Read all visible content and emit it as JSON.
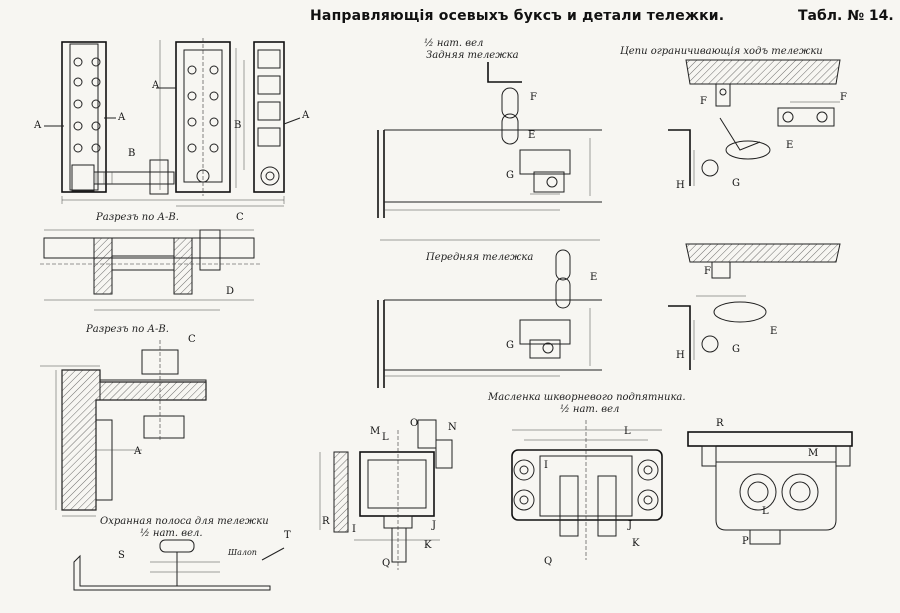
{
  "header": {
    "title": "Направляющія осевыхъ буксъ и детали тележки.",
    "table_no": "Табл. № 14."
  },
  "captions": {
    "scale_half_top": "½ нат. вел",
    "rear_bogie": "Задняя тележка",
    "chains": "Цепи ограничивающія ходъ тележки",
    "section_ab_top": "Разрезъ по А-В.",
    "section_ab_bottom": "Разрезъ по А-В.",
    "front_bogie": "Передняя тележка",
    "oiler": "Масленка шкворневого подпятника.",
    "oiler_scale": "½ нат. вел",
    "guard_strip": "Охранная полоса для тележки",
    "guard_scale": "½ нат. вел.",
    "guard_note": "Шалоп"
  },
  "letters": {
    "a1": "A",
    "a2": "A",
    "a3": "A",
    "a4": "A",
    "b1": "B",
    "b2": "B",
    "a_sec": "A",
    "c1": "C",
    "d1": "D",
    "c2": "C",
    "e1": "E",
    "f1": "F",
    "g1": "G",
    "e2": "E",
    "g2": "G",
    "f2": "F",
    "f3": "F",
    "e3": "E",
    "g3": "G",
    "h1": "H",
    "f4": "F",
    "e4": "E",
    "g4": "G",
    "h2": "H",
    "m1": "M",
    "l1": "L",
    "o1": "O",
    "n1": "N",
    "i1": "I",
    "j1": "J",
    "k1": "K",
    "r1": "R",
    "q1": "Q",
    "l2": "L",
    "i2": "I",
    "j2": "J",
    "k2": "K",
    "q2": "Q",
    "r2": "R",
    "m2": "M",
    "l3": "L",
    "p1": "P",
    "s1": "S",
    "t1": "T"
  }
}
